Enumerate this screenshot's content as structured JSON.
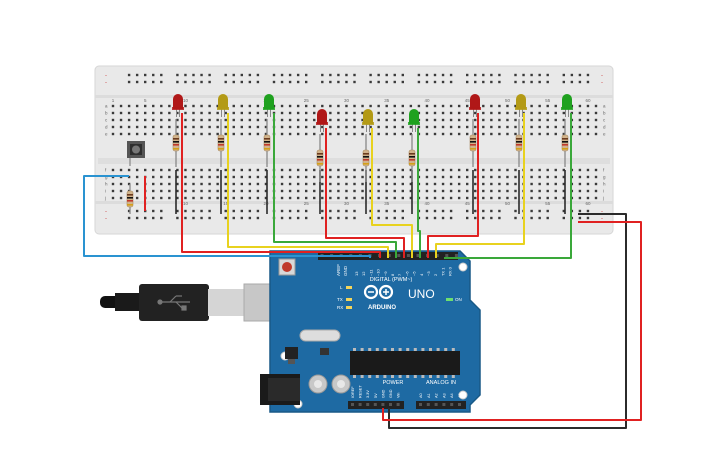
{
  "breadboard": {
    "column_numbers": [
      "1",
      "5",
      "10",
      "15",
      "20",
      "25",
      "30",
      "35",
      "40",
      "45",
      "50",
      "55",
      "60"
    ],
    "column_numbers_bottom": [
      "5",
      "10",
      "15",
      "20",
      "25",
      "30",
      "35",
      "40",
      "45",
      "50",
      "55",
      "60"
    ],
    "row_letters_top": [
      "a",
      "b",
      "c",
      "d",
      "e"
    ],
    "row_letters_bottom": [
      "f",
      "g",
      "h",
      "i",
      "j"
    ],
    "rail_sign": "-"
  },
  "leds": [
    {
      "color": "red"
    },
    {
      "color": "yellow"
    },
    {
      "color": "green"
    },
    {
      "color": "red"
    },
    {
      "color": "yellow"
    },
    {
      "color": "green"
    },
    {
      "color": "red"
    },
    {
      "color": "yellow"
    },
    {
      "color": "green"
    }
  ],
  "colors": {
    "led_red": "#b01818",
    "led_yellow": "#b39a16",
    "led_green": "#1fa11f",
    "wire_red": "#e02121",
    "wire_yellow": "#e8d21f",
    "wire_green": "#3aa83a",
    "wire_blue": "#2a93d1",
    "wire_black": "#2b2b2b",
    "board": "#1e6aa3",
    "breadboard": "#e9e9e9"
  },
  "arduino": {
    "brand": "ARDUINO",
    "model": "UNO",
    "digital_header": "DIGITAL (PWM~)",
    "power_header": "POWER",
    "analog_header": "ANALOG IN",
    "aref_label": "AREF",
    "gnd_label": "GND",
    "pin_labels_digital": [
      "13",
      "12",
      "~11",
      "~10",
      "~9",
      "8",
      "7",
      "~6",
      "~5",
      "4",
      "~3",
      "2",
      "TX 1",
      "RX 0"
    ],
    "pin_labels_power": [
      "IOREF",
      "RESET",
      "3.3V",
      "5V",
      "GND",
      "GND",
      "Vin"
    ],
    "pin_labels_analog": [
      "A0",
      "A1",
      "A2",
      "A3",
      "A4",
      "A5"
    ],
    "led_l": "L",
    "led_tx": "TX",
    "led_rx": "RX",
    "led_on": "ON",
    "logo_plus_minus": "∞"
  },
  "usb_cable": {
    "icon": "usb-icon"
  }
}
